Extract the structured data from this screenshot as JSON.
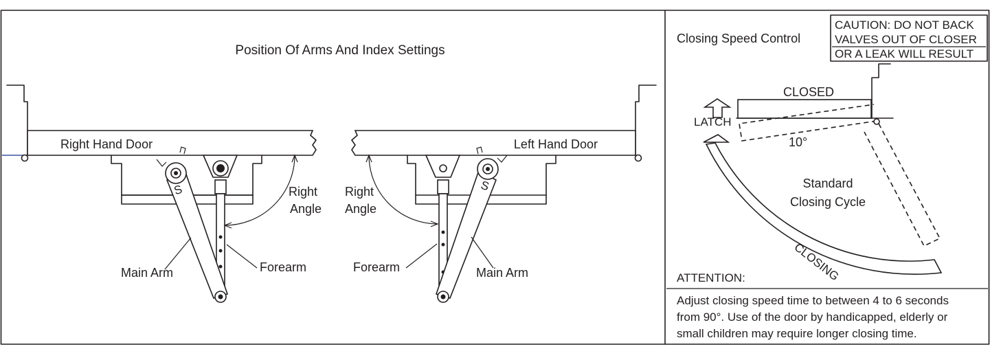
{
  "left_panel": {
    "title": "Position Of Arms And Index Settings",
    "right_door": {
      "label": "Right Hand Door",
      "angle_label_1": "Right",
      "angle_label_2": "Angle",
      "main_arm": "Main Arm",
      "forearm": "Forearm",
      "arm_mark": "S"
    },
    "left_door": {
      "label": "Left Hand Door",
      "angle_label_1": "Right",
      "angle_label_2": "Angle",
      "main_arm": "Main Arm",
      "forearm": "Forearm",
      "arm_mark": "S"
    }
  },
  "right_panel": {
    "title": "Closing Speed Control",
    "caution_lines": [
      "CAUTION: DO NOT BACK",
      "VALVES OUT OF CLOSER",
      "OR A LEAK WILL RESULT"
    ],
    "closed_label": "CLOSED",
    "latch_label": "LATCH",
    "angle_label": "10°",
    "cycle_line_1": "Standard",
    "cycle_line_2": "Closing Cycle",
    "closing_label": "CLOSING",
    "attention_title": "ATTENTION:",
    "attention_lines": [
      "Adjust closing speed time to between 4 to 6 seconds",
      "from 90°. Use of the door by handicapped, elderly or",
      "small children may require longer closing time."
    ]
  }
}
